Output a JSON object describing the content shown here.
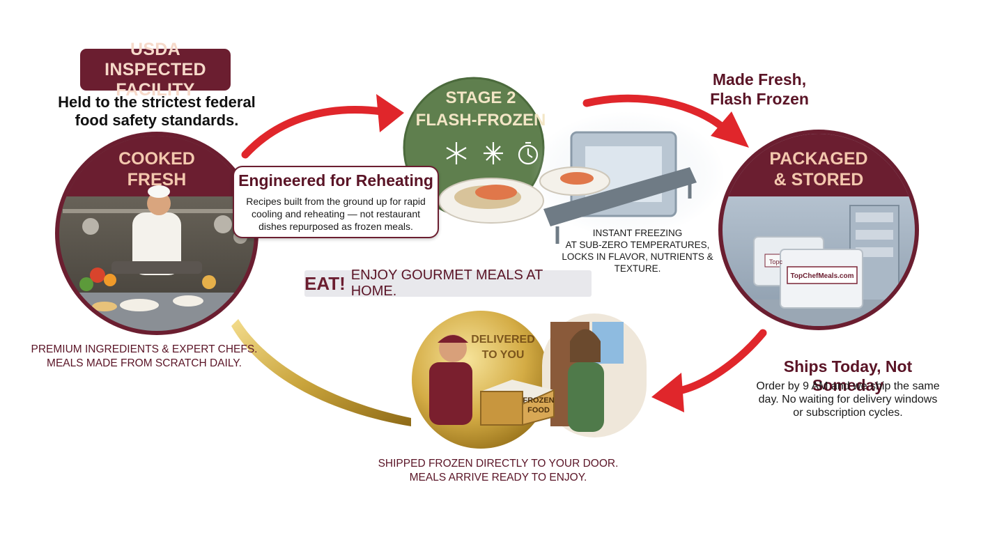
{
  "usda": {
    "badge": "USDA INSPECTED FACILITY",
    "subtitle": "Held to the strictest federal food safety standards."
  },
  "stage_cooked": {
    "title_line1": "COOKED",
    "title_line2": "FRESH",
    "caption_line1": "PREMIUM INGREDIENTS & EXPERT CHEFS.",
    "caption_line2": "MEALS MADE FROM SCRATCH DAILY."
  },
  "engineered": {
    "title": "Engineered for Reheating",
    "body": "Recipes built from the ground up for rapid cooling and reheating — not restaurant dishes repurposed as frozen meals."
  },
  "stage_frozen": {
    "title_line1": "STAGE 2",
    "title_line2": "FLASH-FROZEN",
    "caption_line1": "INSTANT FREEZING",
    "caption_line2": "AT SUB-ZERO TEMPERATURES,",
    "caption_line3": "LOCKS IN FLAVOR, NUTRIENTS & TEXTURE."
  },
  "made_fresh": {
    "line1": "Made Fresh,",
    "line2": "Flash Frozen"
  },
  "stage_packaged": {
    "title_line1": "PACKAGED",
    "title_line2": "& STORED",
    "package_label": "TopChefMeals.com",
    "package_label_partial": "Topc"
  },
  "ships": {
    "title": "Ships Today, Not Someday",
    "body": "Order by 9 AM and we ship the same day. No waiting for delivery windows or subscription cycles."
  },
  "eat": {
    "strong": "EAT!",
    "rest": "ENJOY GOURMET MEALS AT HOME."
  },
  "stage_delivered": {
    "title_line1": "DELIVERED",
    "title_line2": "TO YOU",
    "box_label_line1": "FROZEN",
    "box_label_line2": "FOOD",
    "caption_line1": "SHIPPED FROZEN DIRECTLY TO YOUR DOOR.",
    "caption_line2": "MEALS ARRIVE READY TO ENJOY."
  },
  "colors": {
    "maroon": "#6b1e30",
    "red_arrow": "#e0262b",
    "green_circle": "#5f7f4e",
    "gold": "#c9a43c",
    "peach_text": "#f3c8ae"
  },
  "icons": [
    "snowflake-icon",
    "frost-burst-icon",
    "timer-icon"
  ]
}
